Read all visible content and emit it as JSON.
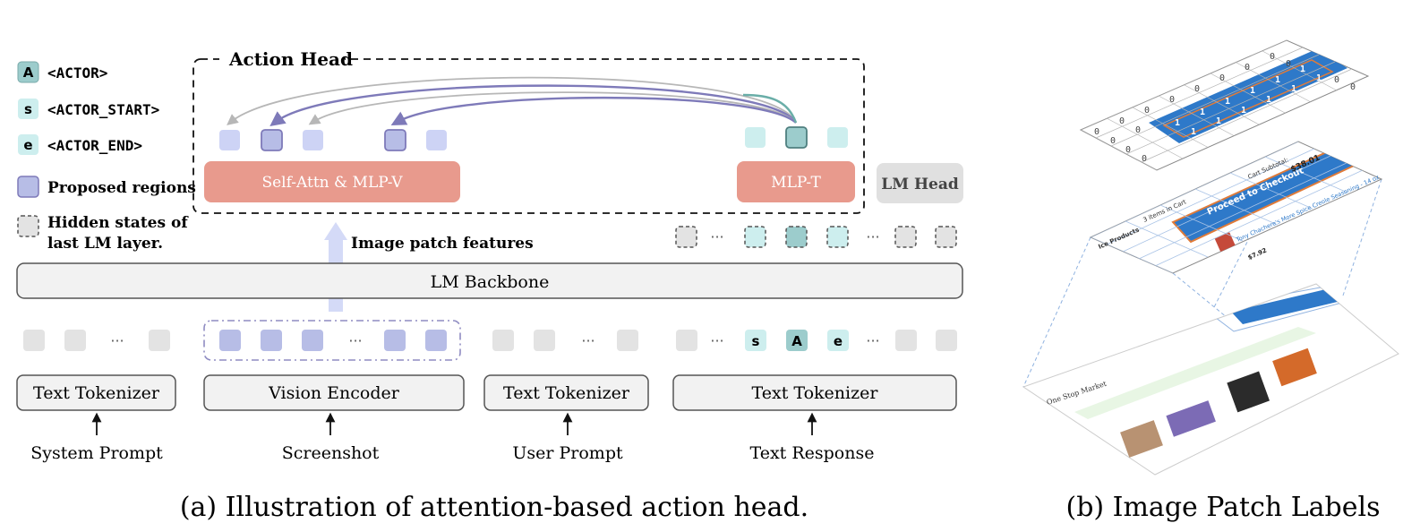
{
  "legend": {
    "actor_letter": "A",
    "actor_label": "<ACTOR>",
    "start_letter": "s",
    "start_label": "<ACTOR_START>",
    "end_letter": "e",
    "end_label": "<ACTOR_END>",
    "proposed_label": "Proposed regions",
    "hidden_line1": "Hidden states of",
    "hidden_line2": "last LM layer."
  },
  "action_head": {
    "title": "Action Head",
    "self_attn_label": "Self-Attn & MLP-V",
    "mlp_t_label": "MLP-T"
  },
  "lm_head_label": "LM Head",
  "image_patch_features_label": "Image patch features",
  "lm_backbone_label": "LM Backbone",
  "ellipsis": "···",
  "tokens": {
    "start_letter": "s",
    "actor_letter": "A",
    "end_letter": "e"
  },
  "encoders": {
    "text_tokenizer": "Text Tokenizer",
    "vision_encoder": "Vision Encoder"
  },
  "inputs": {
    "system_prompt": "System Prompt",
    "screenshot": "Screenshot",
    "user_prompt": "User Prompt",
    "text_response": "Text Response"
  },
  "captions": {
    "a": "(a) Illustration of attention-based action head.",
    "b": "(b) Image Patch Labels"
  },
  "patch_labels": {
    "zero": "0",
    "one": "1",
    "cart_subtotal": "Cart Subtotal:",
    "cart_amount": "$38.01",
    "items_in_cart": "3 items in Cart",
    "proceed": "Proceed to Checkout",
    "product": "Tony Chachere's More Spice Creole Seasoning - 14 oz",
    "price": "$7.92",
    "category": "Ice Products",
    "market": "One Stop Market"
  },
  "colors": {
    "self_attn_fill": "#e89a8d",
    "lm_head_fill": "#e0e0e0",
    "backbone_fill": "#f2f2f2",
    "vision_token": "#b7bde6",
    "vision_token_light": "#cdd3f5",
    "teal_token": "#cdeeee",
    "teal_dark": "#9ccccc",
    "gray_token": "#e3e3e3",
    "arrow_up": "#d4daf7",
    "curve_purple": "#7e7ab9",
    "curve_gray": "#b7b7b7",
    "curve_teal": "#6aaea8",
    "checkout_blue": "#2e79c9"
  }
}
